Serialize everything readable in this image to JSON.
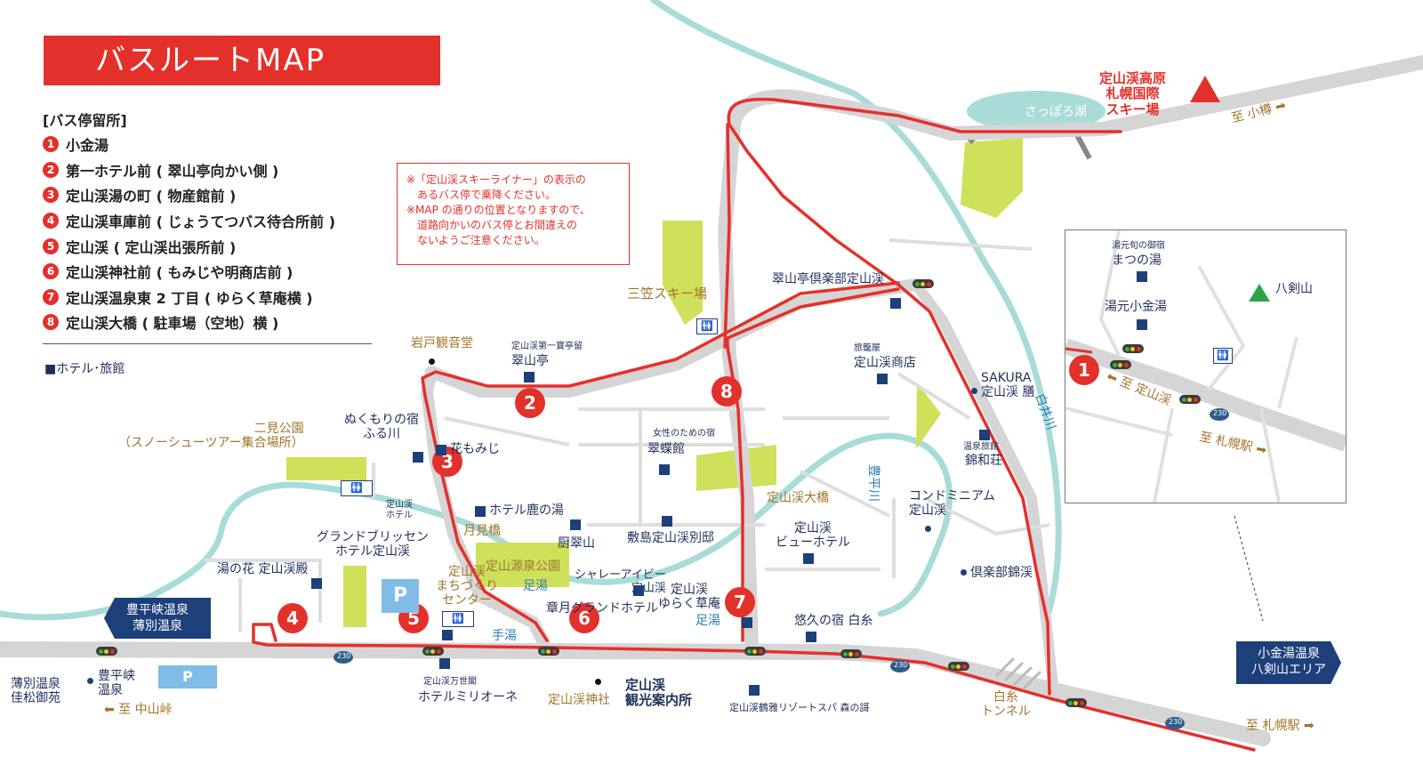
{
  "title": "バスルートMAP",
  "legend": {
    "heading": "[バス停留所]",
    "stops": [
      {
        "no": "1",
        "name": "小金湯"
      },
      {
        "no": "2",
        "name": "第一ホテル前 ( 翠山亭向かい側 )"
      },
      {
        "no": "3",
        "name": "定山渓湯の町 ( 物産館前 )"
      },
      {
        "no": "4",
        "name": "定山渓車庫前 ( じょうてつバス待合所前 )"
      },
      {
        "no": "5",
        "name": "定山渓 ( 定山渓出張所前 )"
      },
      {
        "no": "6",
        "name": "定山渓神社前 ( もみじや明商店前 )"
      },
      {
        "no": "7",
        "name": "定山渓温泉東 2 丁目 ( ゆらく草庵横 )"
      },
      {
        "no": "8",
        "name": "定山渓大橋 ( 駐車場（空地）横 )"
      }
    ],
    "hotel": "■ホテル･旅館"
  },
  "notice": {
    "lines": [
      "※「定山渓スキーライナー」の表示の",
      "　あるバス停で乗降ください。",
      "※MAP の通りの位置となりますので、",
      "　道路向かいのバス停とお間違えの",
      "　ないようご注意ください。"
    ]
  },
  "route_color": "#e4302b",
  "accent_blue": "#1d3f7a",
  "river_color": "#a9dcd8",
  "park_color": "#cfe05a",
  "labels": {
    "sapporo_lake": "さっぽろ湖",
    "ski_resort": "定山渓高原\n札幌国際\nスキー場",
    "to_otaru": "至 小樽 ➡",
    "mikasa_ski": "三笠スキー場",
    "suizantei_club": "翠山亭倶楽部定山渓",
    "iwato": "岩戸観音堂",
    "suizantei_small": "定山渓第一寶亭留",
    "suizantei": "翠山亭",
    "ryokan_small": "旅籠屋",
    "jozankei_shoten": "定山渓商店",
    "sakura": "SAKURA\n定山渓 膳",
    "shirai_river": "白井川",
    "futami_park": "二見公園\n（スノーシューツアー集合場所）",
    "nukumori": "ぬくもりの宿\nふる川",
    "hanamomiji": "花もみじ",
    "josei_small": "女性のための宿",
    "suichoden": "翠蝶館",
    "onsen_ryokan_small": "温泉旅館",
    "kinwaso": "錦和荘",
    "toyohira_river": "豊平川",
    "condo": "コンドミニアム\n定山渓",
    "ohashi": "定山渓大橋",
    "hotel_jozankei_small": "定山渓\nホテル",
    "shikanoyu": "ホテル鹿の湯",
    "tsukimibashi": "月見橋",
    "kuzuizan": "厨翠山",
    "shikishima": "敷島定山渓別邸",
    "view_hotel": "定山渓\nビューホテル",
    "kurabu_kinkei": "倶楽部錦渓",
    "grand_bliss": "グランドブリッセン\nホテル定山渓",
    "yunohana": "湯の花 定山渓殿",
    "gensen_park": "定山源泉公園",
    "ashiyu": "足湯",
    "machizukuri": "定山渓\nまちづくり\nセンター",
    "chalet": "シャレーアイビー\n定山渓",
    "shogetsu": "章月グランドホテル",
    "yuraku": "定山渓\nゆらく草庵",
    "ashiyu2": "足湯",
    "yukyu": "悠久の宿 白糸",
    "teyu": "手湯",
    "toyohirakyo": "豊平峡温泉\n薄別温泉",
    "usubetsu": "薄別温泉\n佳松御苑",
    "toyohirakyo_onsen": "豊平峡\n温泉",
    "to_nakayama": "⬅ 至 中山峠",
    "bankaku_small": "定山渓万世閣",
    "milione": "ホテルミリオーネ",
    "jinja": "定山渓神社",
    "kanko": "定山渓\n観光案内所",
    "tsurugaresort": "定山渓鶴雅リゾートスパ 森の謌",
    "shiraito_tunnel": "白糸\nトンネル",
    "koganeyu_area": "小金湯温泉\n八剣山エリア",
    "to_sapporo": "至 札幌駅 ➡",
    "route230": "230"
  },
  "inset": {
    "yumoto_small": "湯元旬の御宿",
    "matsunoyu": "まつの湯",
    "hakkenzan": "八剣山",
    "yumoto_koganeyu": "湯元小金湯",
    "to_jozankei": "⬅ 至 定山渓",
    "to_sapporo": "至 札幌駅 ➡",
    "route230": "230",
    "stop1": "1"
  },
  "parking": "P",
  "restroom": "🚻"
}
